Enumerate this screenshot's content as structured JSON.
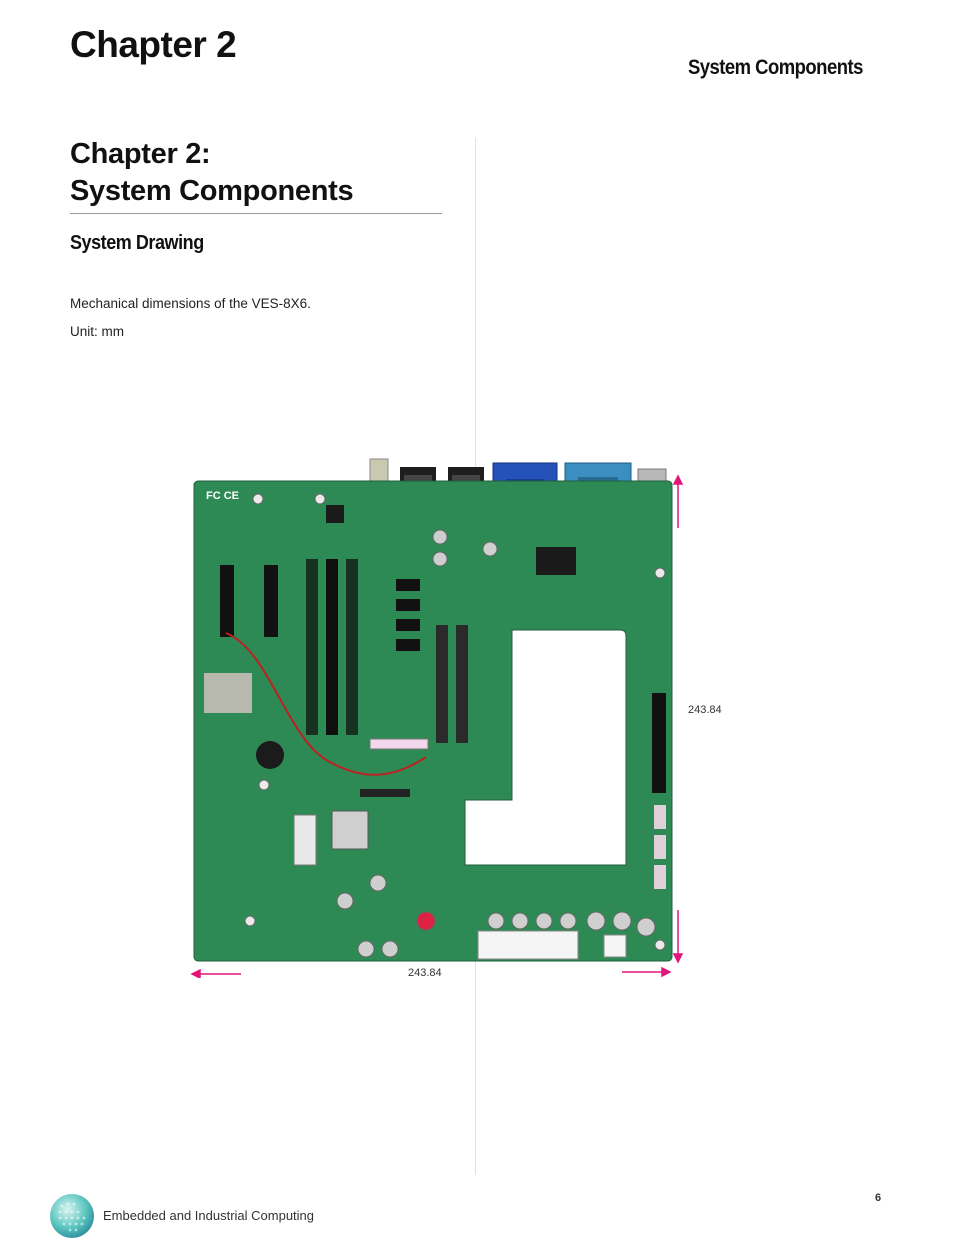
{
  "header": {
    "chapter": "Chapter 2",
    "running_title": "System Components"
  },
  "main": {
    "title_lines": [
      "Chapter 2:",
      "System Components"
    ],
    "section_heading": "System Drawing",
    "paragraphs": [
      "Mechanical dimensions of the VES-8X6.",
      "Unit: mm"
    ]
  },
  "figure": {
    "width_label": "243.84",
    "height_label": "243.84",
    "board_marking": "FC CE",
    "arrow_color": "#e0177a",
    "board_color": "#2d8a55"
  },
  "footer": {
    "company_text": "Embedded and Industrial Computing",
    "page_number": "6"
  }
}
